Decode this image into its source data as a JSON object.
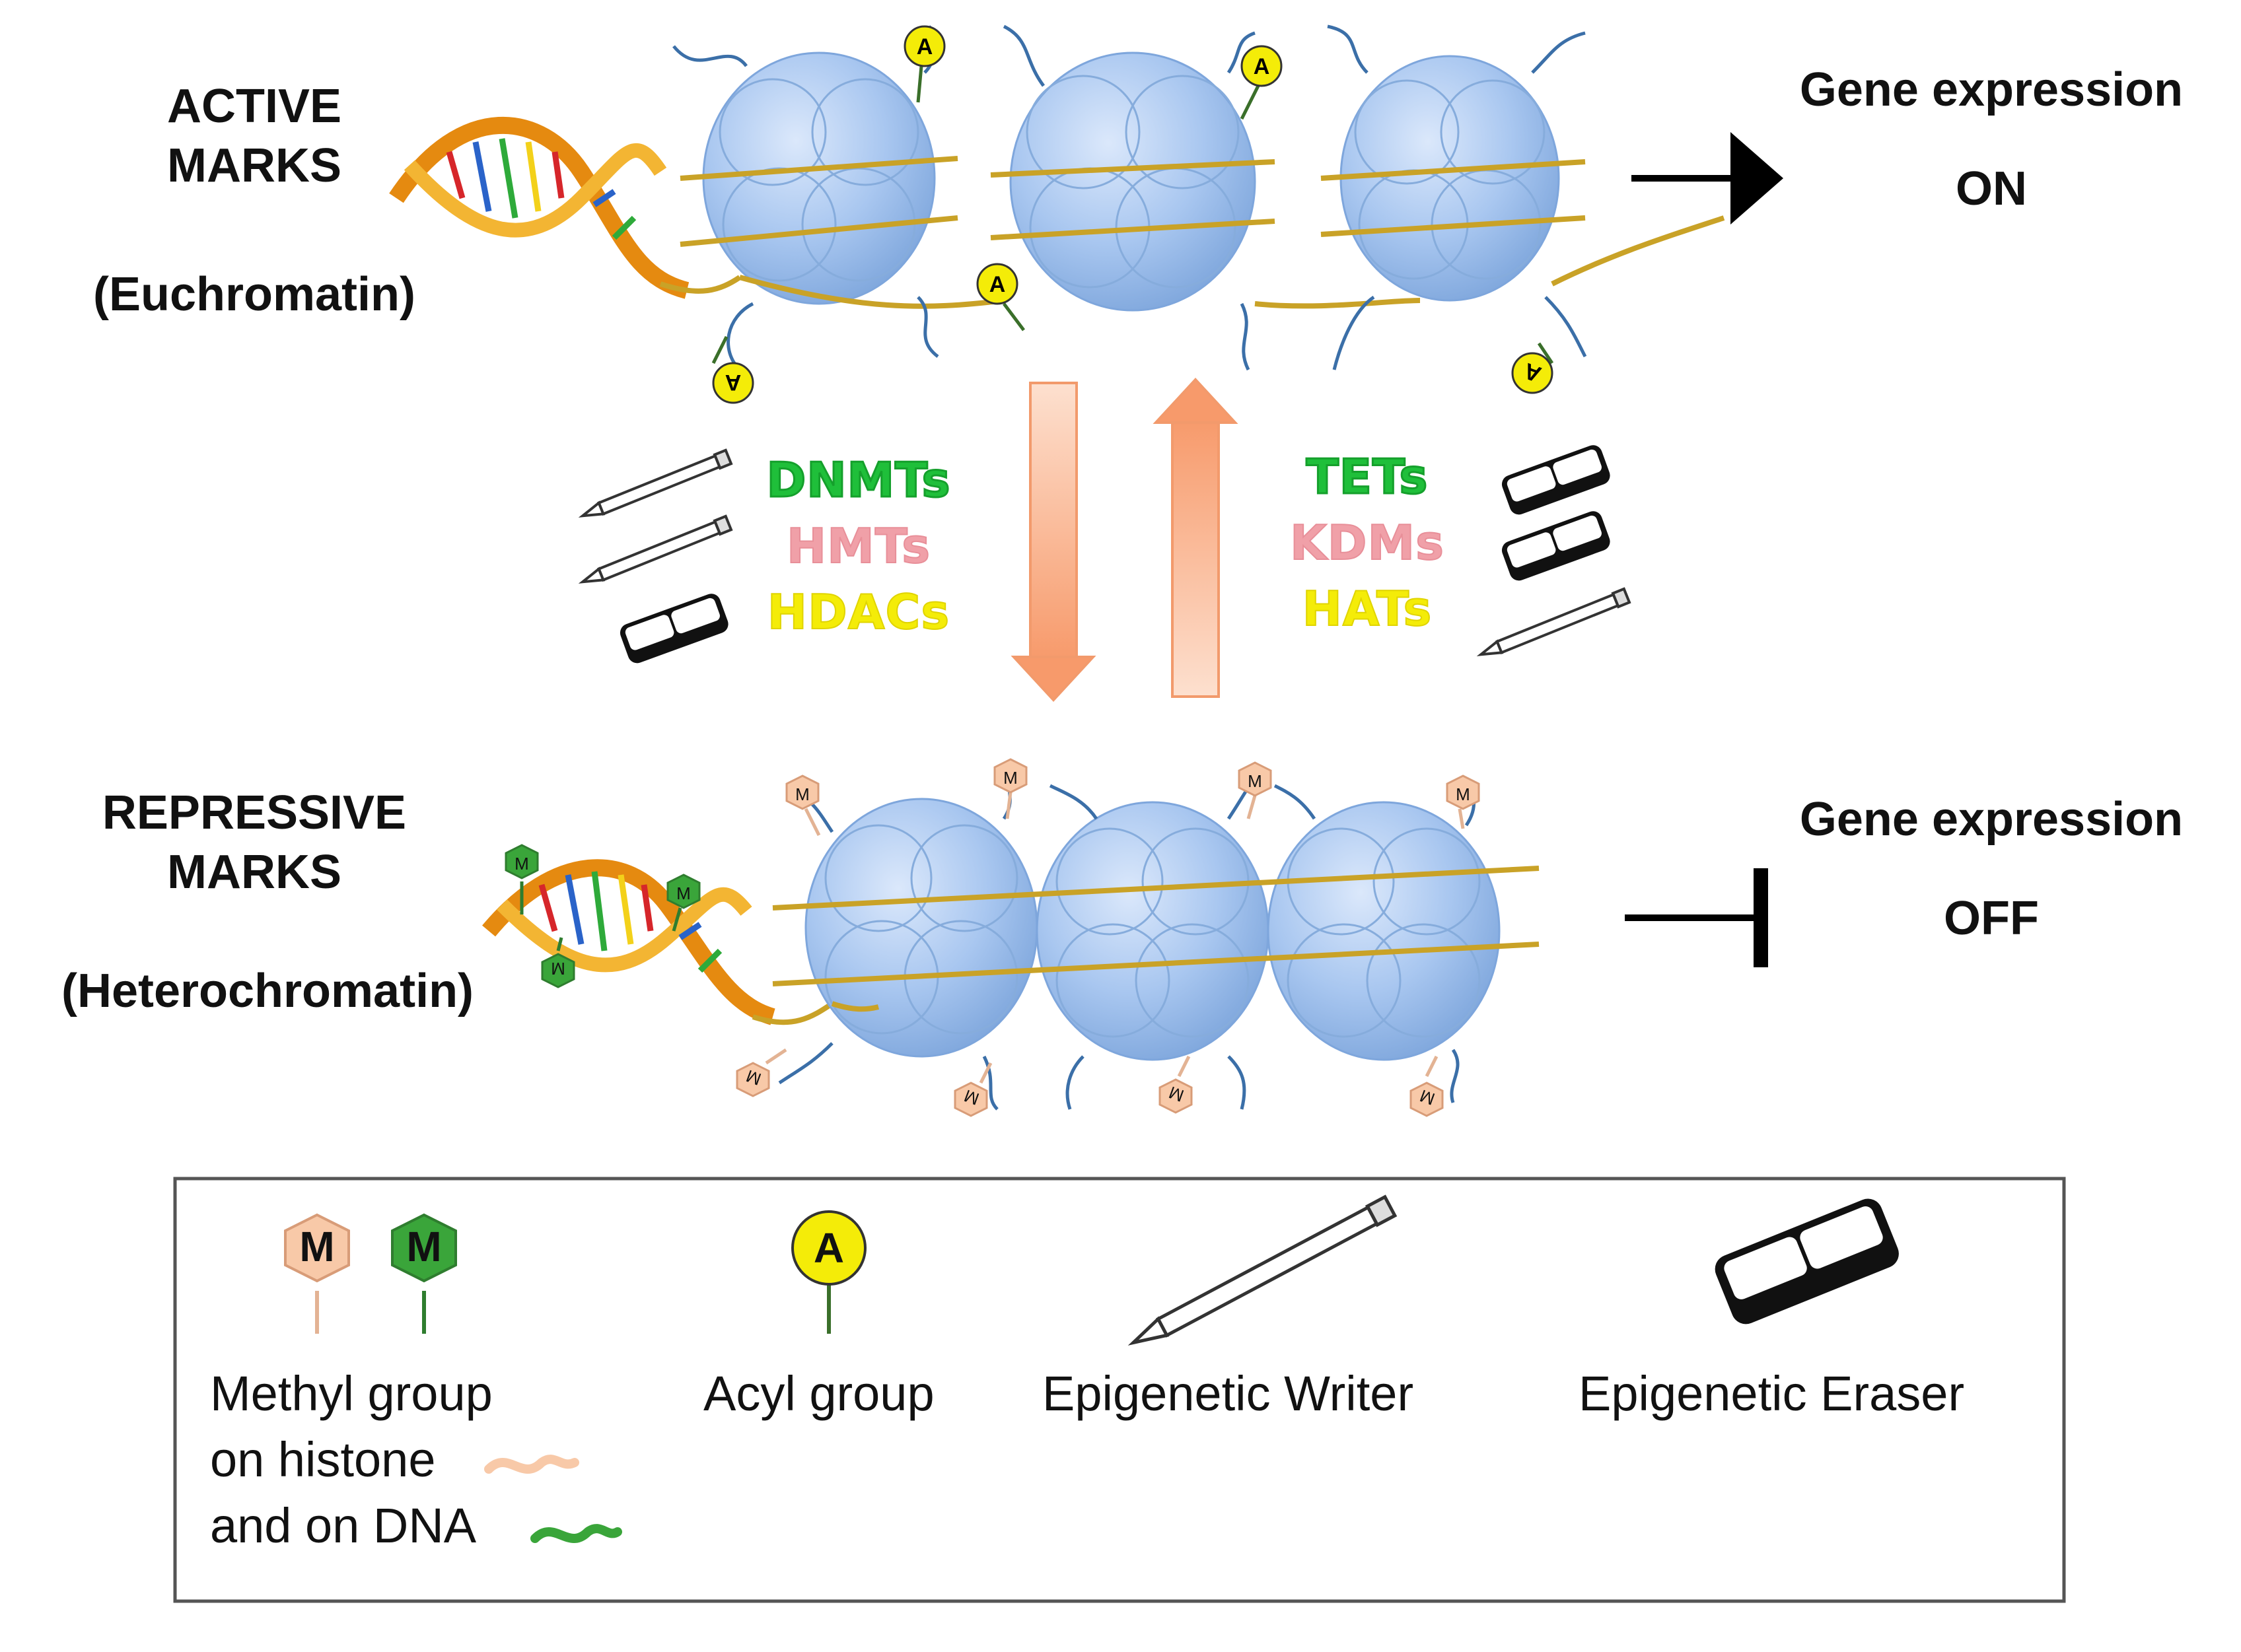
{
  "active": {
    "title_line1": "ACTIVE",
    "title_line2": "MARKS",
    "subtitle": "(Euchromatin)",
    "outcome_line1": "Gene expression",
    "outcome_line2": "ON"
  },
  "repressive": {
    "title_line1": "REPRESSIVE",
    "title_line2": "MARKS",
    "subtitle": "(Heterochromatin)",
    "outcome_line1": "Gene expression",
    "outcome_line2": "OFF"
  },
  "enzymes_left": [
    {
      "label": "DNMTs",
      "color": "#1fbf3a",
      "tool": "writer"
    },
    {
      "label": "HMTs",
      "color": "#f0a0a8",
      "tool": "writer"
    },
    {
      "label": "HDACs",
      "color": "#f4ec08",
      "tool": "eraser"
    }
  ],
  "enzymes_right": [
    {
      "label": "TETs",
      "color": "#1fbf3a",
      "tool": "eraser"
    },
    {
      "label": "KDMs",
      "color": "#f0a0a8",
      "tool": "eraser"
    },
    {
      "label": "HATs",
      "color": "#f4ec08",
      "tool": "writer"
    }
  ],
  "marks": {
    "methyl_symbol": "M",
    "acyl_symbol": "A"
  },
  "legend": {
    "methyl_line1": "Methyl group",
    "methyl_line2": "on histone",
    "methyl_line3": "and on DNA",
    "acyl": "Acyl group",
    "writer": "Epigenetic Writer",
    "eraser": "Epigenetic Eraser"
  },
  "colors": {
    "histone_blue": "#a9c7f0",
    "dna_gold": "#c9a227",
    "methyl_histone": "#f8c9a8",
    "methyl_dna": "#3aa53a",
    "acyl_yellow": "#f4ec08",
    "arrow_orange": "#f7a77a"
  }
}
